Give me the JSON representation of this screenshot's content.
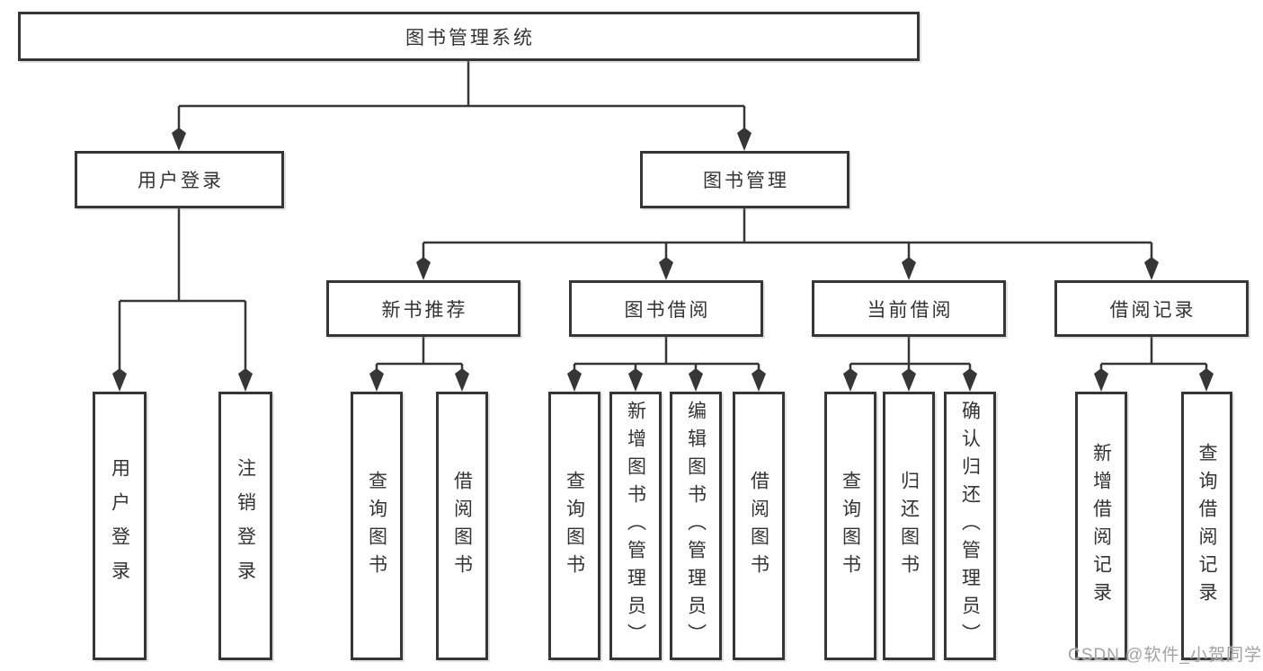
{
  "diagram": {
    "root": {
      "label": "图书管理系统"
    },
    "branches": [
      {
        "label": "用户登录",
        "children": [
          {
            "label": "用户登录"
          },
          {
            "label": "注销登录"
          }
        ]
      },
      {
        "label": "图书管理",
        "children": [
          {
            "label": "新书推荐",
            "children": [
              {
                "label": "查询图书"
              },
              {
                "label": "借阅图书"
              }
            ]
          },
          {
            "label": "图书借阅",
            "children": [
              {
                "label": "查询图书"
              },
              {
                "label": "新增图书（管理员）"
              },
              {
                "label": "编辑图书（管理员）"
              },
              {
                "label": "借阅图书"
              }
            ]
          },
          {
            "label": "当前借阅",
            "children": [
              {
                "label": "查询图书"
              },
              {
                "label": "归还图书"
              },
              {
                "label": "确认归还（管理员）"
              }
            ]
          },
          {
            "label": "借阅记录",
            "children": [
              {
                "label": "新增借阅记录"
              },
              {
                "label": "查询借阅记录"
              }
            ]
          }
        ]
      }
    ]
  },
  "watermark": {
    "text": "CSDN @软件_小贺同学"
  },
  "colors": {
    "line": "#363636",
    "text": "#333333",
    "box_background": "#ffffff",
    "watermark": "#a3a3a3",
    "page_background": "#ffffff"
  }
}
